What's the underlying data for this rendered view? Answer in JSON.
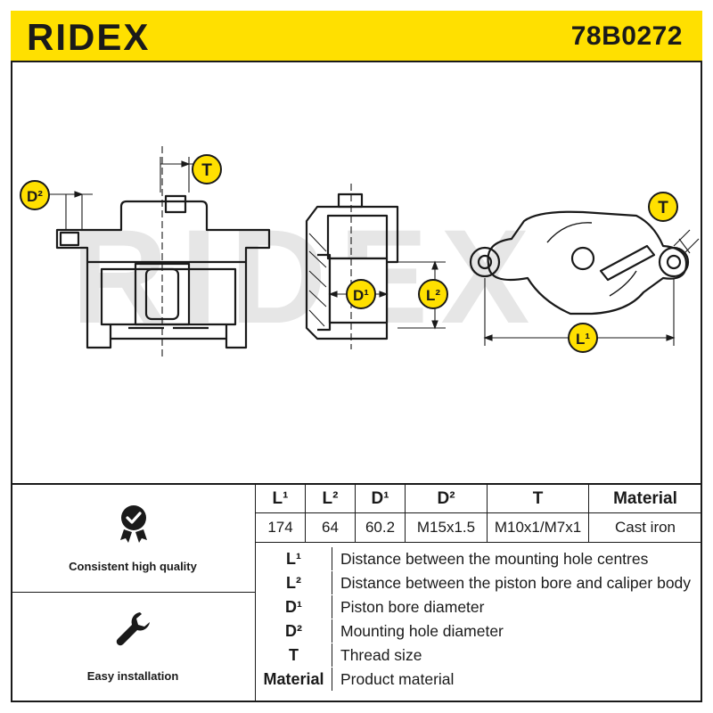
{
  "header": {
    "brand": "RIDEX",
    "part_number": "78B0272",
    "background_color": "#ffe000"
  },
  "drawing": {
    "watermark": "RIDEX",
    "dimension_markers": {
      "t": "T",
      "d2": "D²",
      "d1": "D¹",
      "l2": "L²",
      "l1": "L¹"
    }
  },
  "features": [
    {
      "icon": "quality-badge-icon",
      "label": "Consistent high quality"
    },
    {
      "icon": "wrench-icon",
      "label": "Easy installation"
    }
  ],
  "specs": {
    "headers": [
      "L¹",
      "L²",
      "D¹",
      "D²",
      "T",
      "Material"
    ],
    "values": [
      "174",
      "64",
      "60.2",
      "M15x1.5",
      "M10x1/M7x1",
      "Cast iron"
    ]
  },
  "legend": [
    {
      "key": "L¹",
      "description": "Distance between the mounting hole centres"
    },
    {
      "key": "L²",
      "description": "Distance between the piston bore and caliper body"
    },
    {
      "key": "D¹",
      "description": "Piston bore diameter"
    },
    {
      "key": "D²",
      "description": "Mounting hole diameter"
    },
    {
      "key": "T",
      "description": "Thread size"
    },
    {
      "key": "Material",
      "description": "Product material"
    }
  ]
}
